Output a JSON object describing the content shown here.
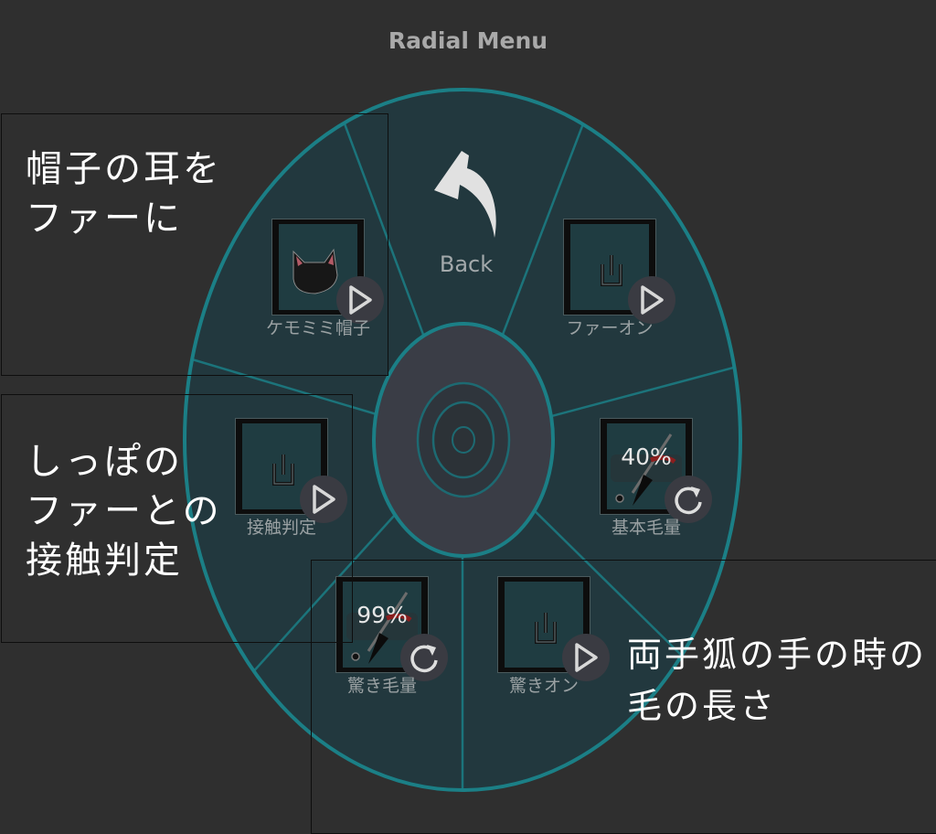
{
  "window": {
    "title": "Radial Menu"
  },
  "colors": {
    "background": "#2f2f2f",
    "menu_fill": "#223a40",
    "ring_accent": "#1b7f86",
    "hub_fill": "#3a3d46",
    "label_text": "#9aa1a3",
    "annotation_text": "#ffffff"
  },
  "radial_menu": {
    "center_button": {
      "icon": "radial-center-icon"
    },
    "back": {
      "label": "Back",
      "icon": "back-arrow-icon"
    },
    "items": [
      {
        "label": "ケモミミ帽子",
        "icon": "cat-ears-hat-icon",
        "badge_icon": "play-submenu-icon",
        "type": "submenu"
      },
      {
        "label": "ファーオン",
        "icon": "power-icon",
        "badge_icon": "play-submenu-icon",
        "type": "toggle"
      },
      {
        "label": "基本毛量",
        "icon": "radial-puppet-icon",
        "value": "40%",
        "badge_icon": "rotate-icon",
        "type": "radial"
      },
      {
        "label": "驚きオン",
        "icon": "power-icon",
        "badge_icon": "play-submenu-icon",
        "type": "toggle"
      },
      {
        "label": "驚き毛量",
        "icon": "radial-puppet-icon",
        "value": "99%",
        "badge_icon": "rotate-icon",
        "type": "radial"
      },
      {
        "label": "接触判定",
        "icon": "power-icon",
        "badge_icon": "play-submenu-icon",
        "type": "toggle"
      }
    ]
  },
  "annotations": [
    {
      "text": "帽子の耳を\nファーに"
    },
    {
      "text": "しっぽの\nファーとの\n接触判定"
    },
    {
      "text": "両手狐の手の時の\n毛の長さ"
    }
  ]
}
